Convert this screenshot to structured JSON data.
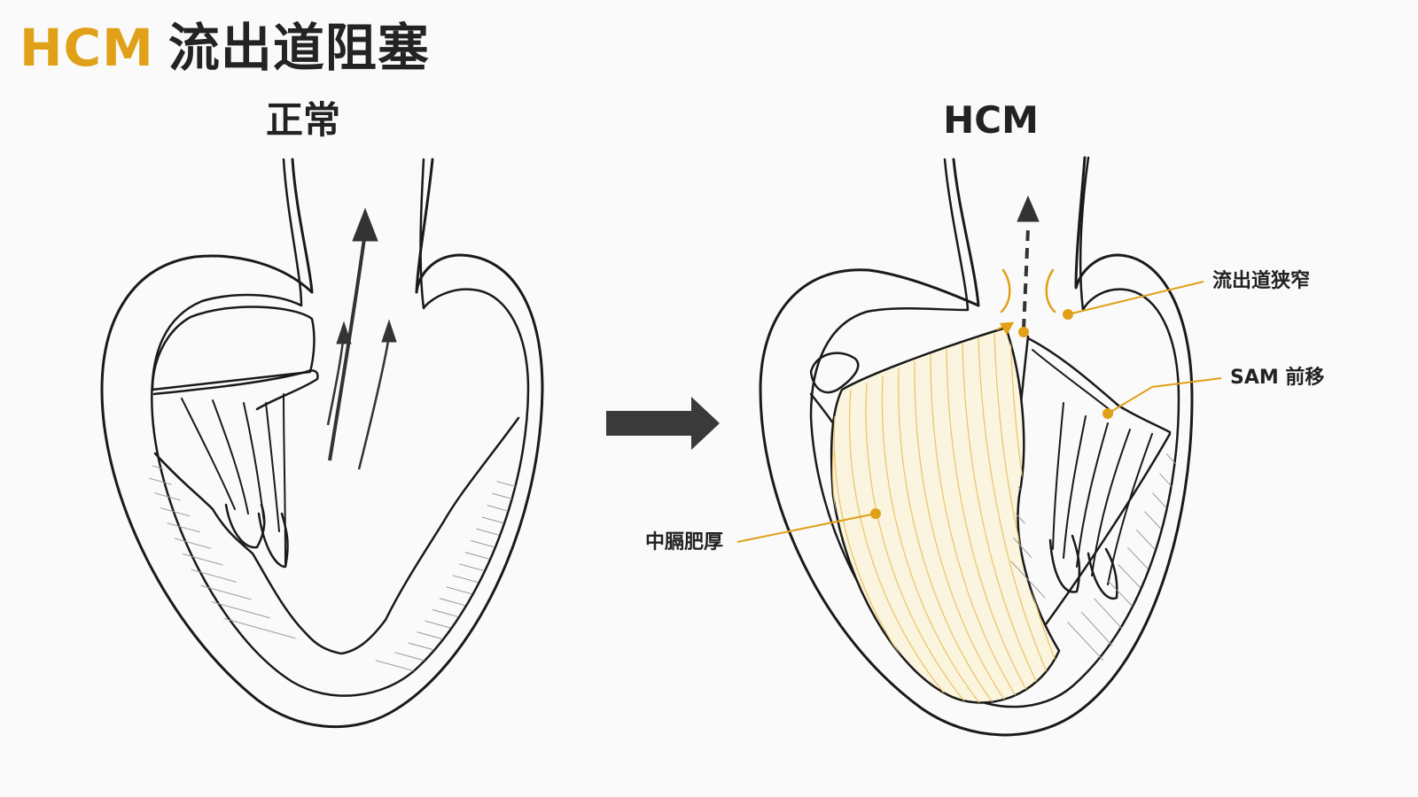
{
  "title": {
    "prefix": "HCM",
    "main": "流出道阻塞"
  },
  "panels": {
    "normal": {
      "label": "正常"
    },
    "hcm": {
      "label": "HCM"
    }
  },
  "annotations": {
    "outflow_narrowing": "流出道狭窄",
    "sam": "SAM 前移",
    "septal_hypertrophy": "中膈肥厚"
  },
  "colors": {
    "accent": "#e0a018",
    "outline": "#1a1a1a",
    "muscle_hatch": "#9a9a9a",
    "hypertrophy_fill": "#fbf4de",
    "hypertrophy_lines": "#e9c46a",
    "arrow": "#3a3a3a"
  },
  "icons": {
    "transition_arrow": "arrow-right-icon"
  }
}
